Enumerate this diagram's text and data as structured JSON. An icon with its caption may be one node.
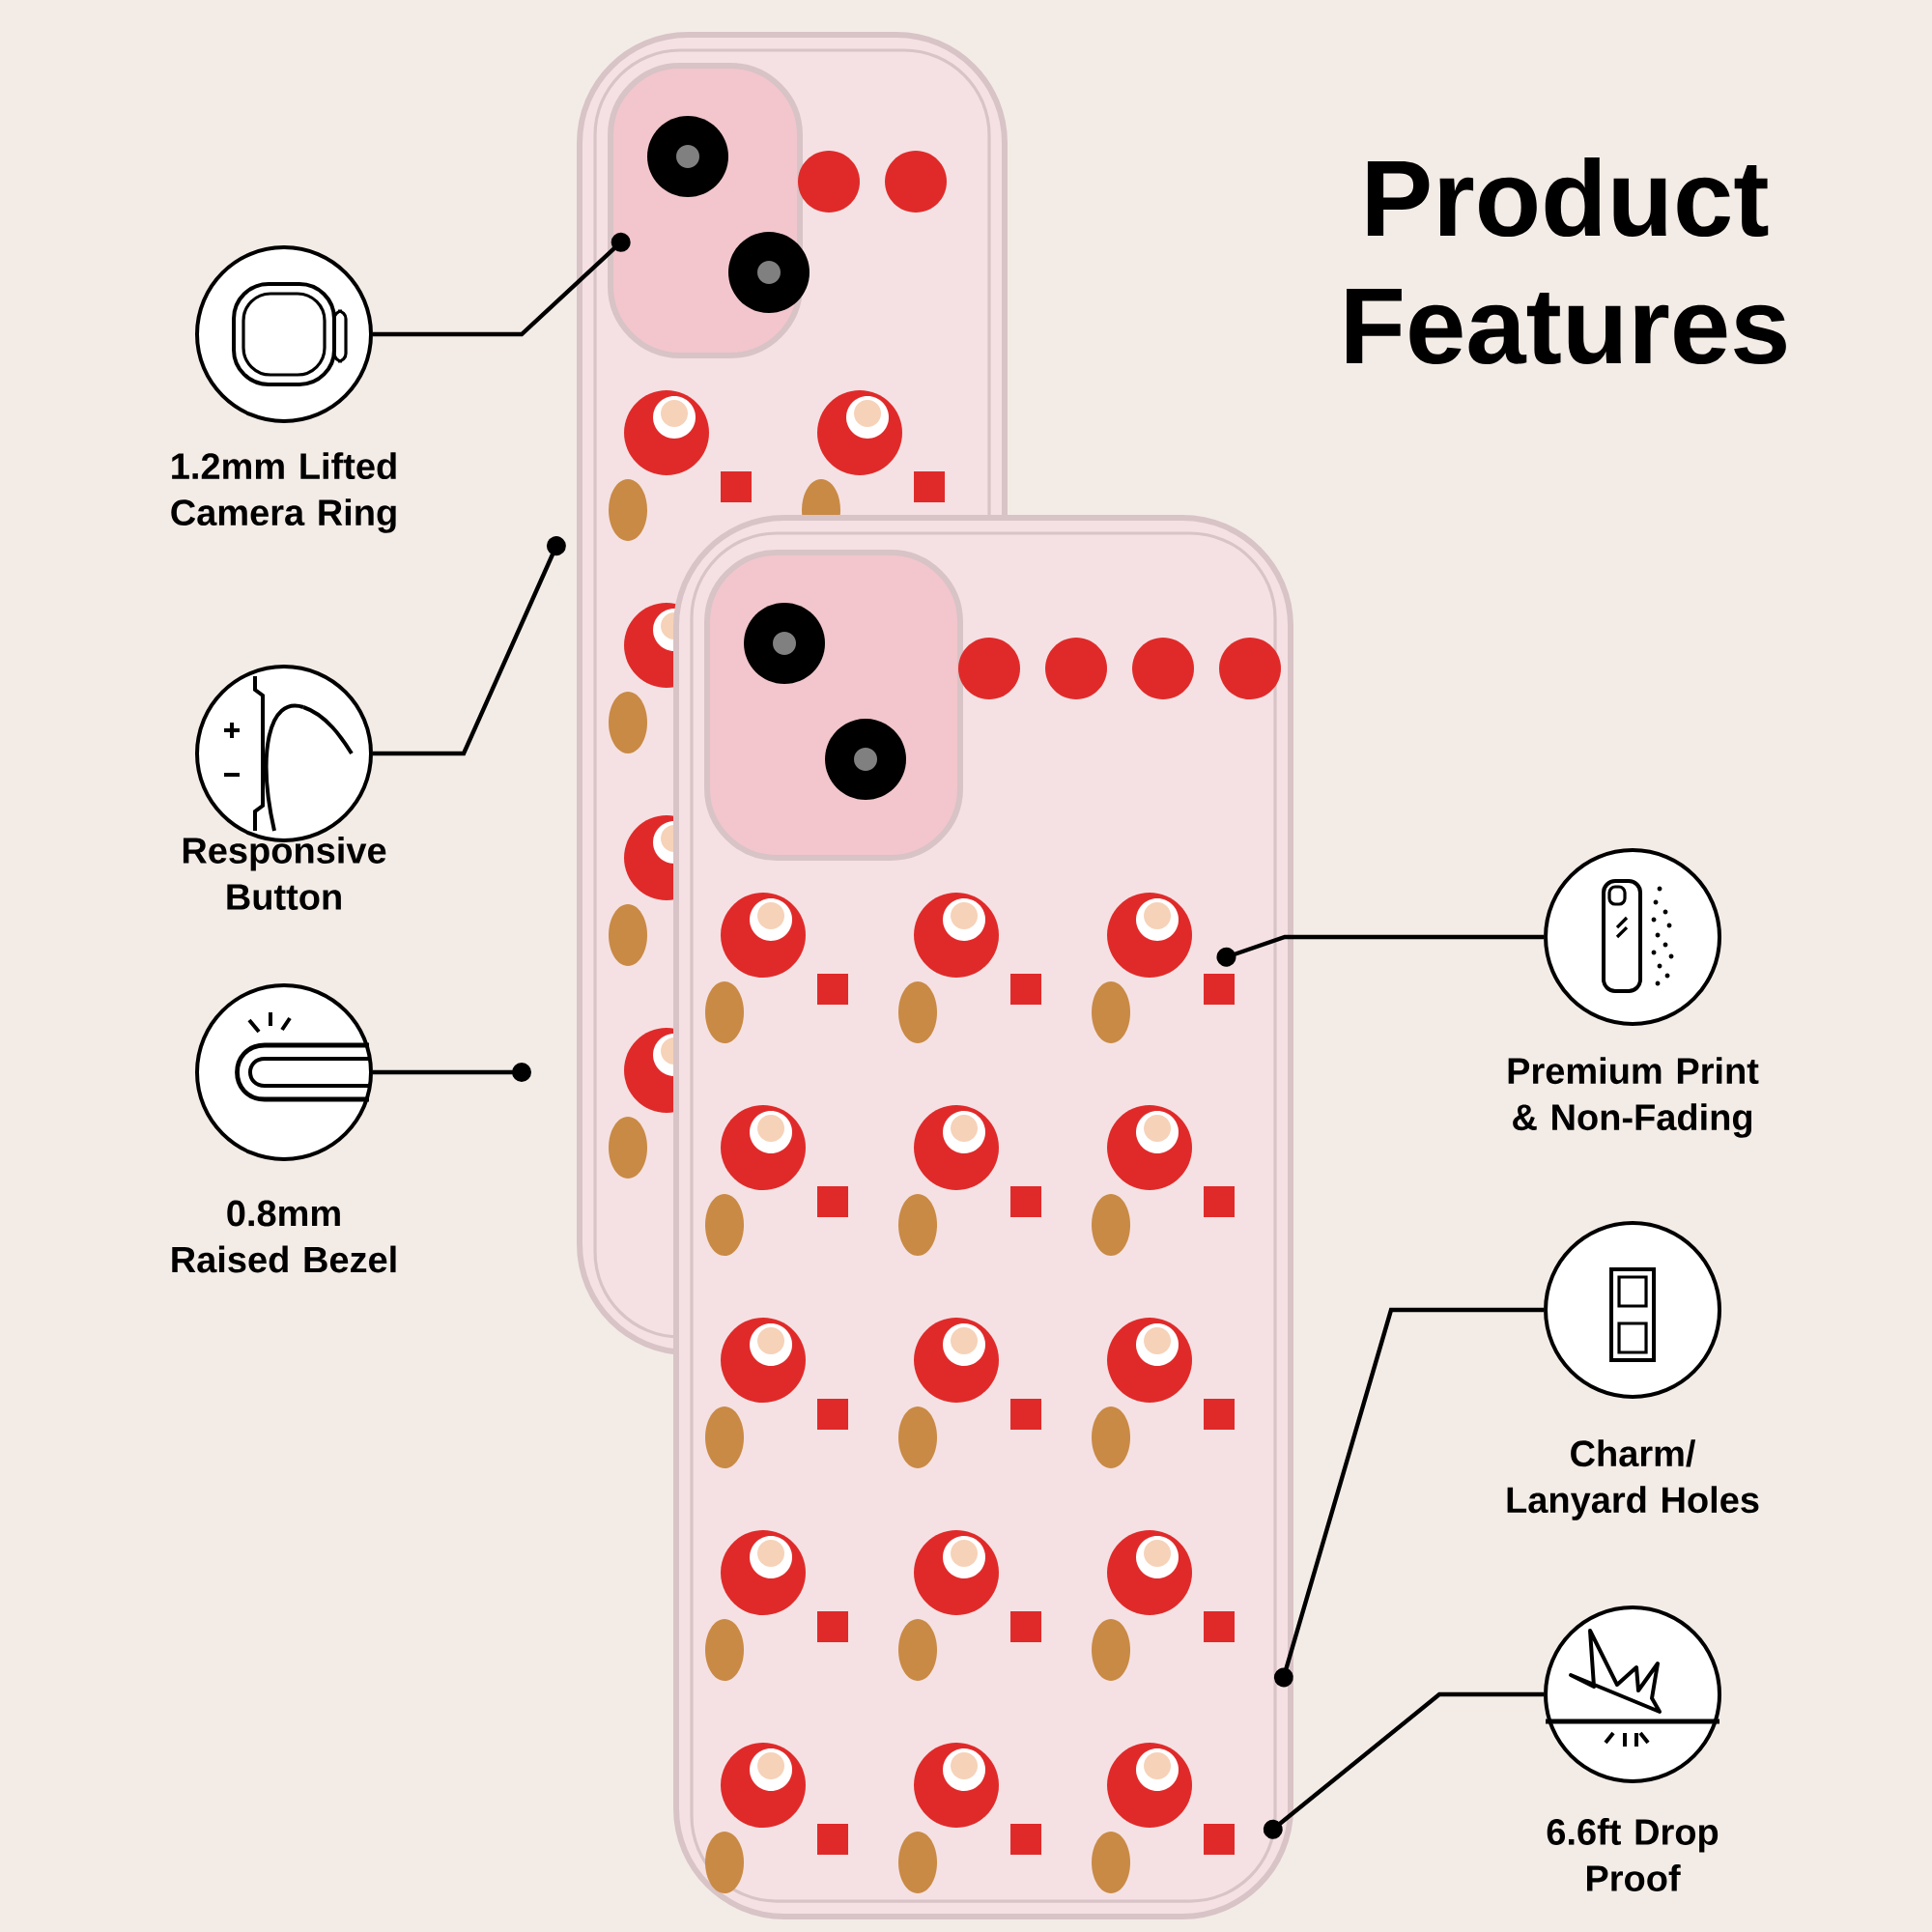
{
  "diagram": {
    "title": "Product Features",
    "nodes": [
      {
        "text": [
          "1.2mm Lifted Camera Ring"
        ]
      },
      {
        "text": [
          "Responsive Button"
        ]
      },
      {
        "text": [
          "0.8mm Raised Bezel"
        ]
      },
      {
        "text": [
          "Premium Print & Non-Fading"
        ]
      },
      {
        "text": [
          "Charm/ Lanyard Holes"
        ]
      },
      {
        "text": [
          "6.6ft Drop Proof"
        ]
      }
    ],
    "edges": [
      {
        "from": 0,
        "to": null,
        "arrow": "other"
      },
      {
        "from": 1,
        "to": null,
        "arrow": "other"
      },
      {
        "from": 2,
        "to": null,
        "arrow": "other"
      },
      {
        "from": 3,
        "to": null,
        "arrow": "other"
      },
      {
        "from": 4,
        "to": null,
        "arrow": "other"
      },
      {
        "from": 5,
        "to": null,
        "arrow": "other"
      }
    ]
  }
}
